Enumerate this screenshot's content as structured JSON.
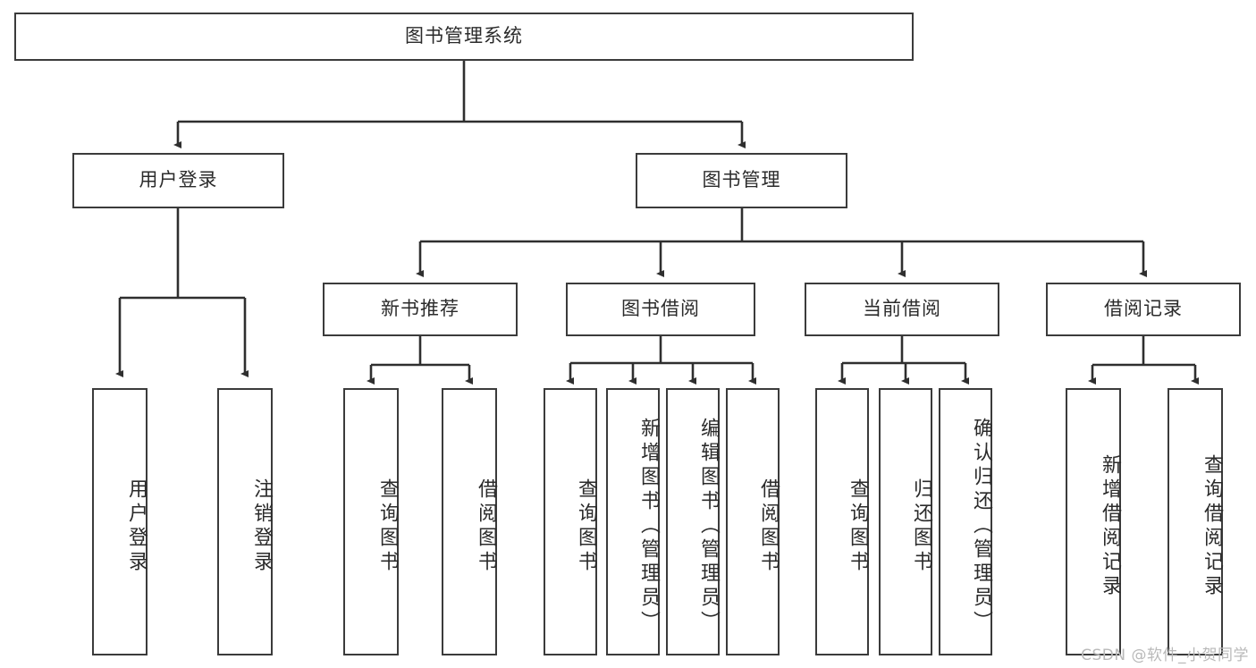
{
  "diagram": {
    "title": "图书管理系统",
    "type": "tree-hierarchy-chart",
    "watermark": "CSDN @软件_小贺同学",
    "colors": {
      "box_border": "#3b3b3b",
      "box_fill": "#ffffff",
      "edge": "#2f2f2f",
      "text": "#2b2b2b",
      "watermark": "#b9b9b9"
    },
    "root": {
      "label": "图书管理系统"
    },
    "level2": [
      {
        "label": "用户登录"
      },
      {
        "label": "图书管理"
      }
    ],
    "level3": [
      {
        "label": "新书推荐"
      },
      {
        "label": "图书借阅"
      },
      {
        "label": "当前借阅"
      },
      {
        "label": "借阅记录"
      }
    ],
    "leaves": {
      "user_login": [
        {
          "label": "用户登录"
        },
        {
          "label": "注销登录"
        }
      ],
      "new_book_recommend": [
        {
          "label": "查询图书"
        },
        {
          "label": "借阅图书"
        }
      ],
      "book_borrow": [
        {
          "label": "查询图书"
        },
        {
          "label": "新增图书（管理员）"
        },
        {
          "label": "编辑图书（管理员）"
        },
        {
          "label": "借阅图书"
        }
      ],
      "current_borrow": [
        {
          "label": "查询图书"
        },
        {
          "label": "归还图书"
        },
        {
          "label": "确认归还（管理员）"
        }
      ],
      "borrow_record": [
        {
          "label": "新增借阅记录"
        },
        {
          "label": "查询借阅记录"
        }
      ]
    }
  }
}
